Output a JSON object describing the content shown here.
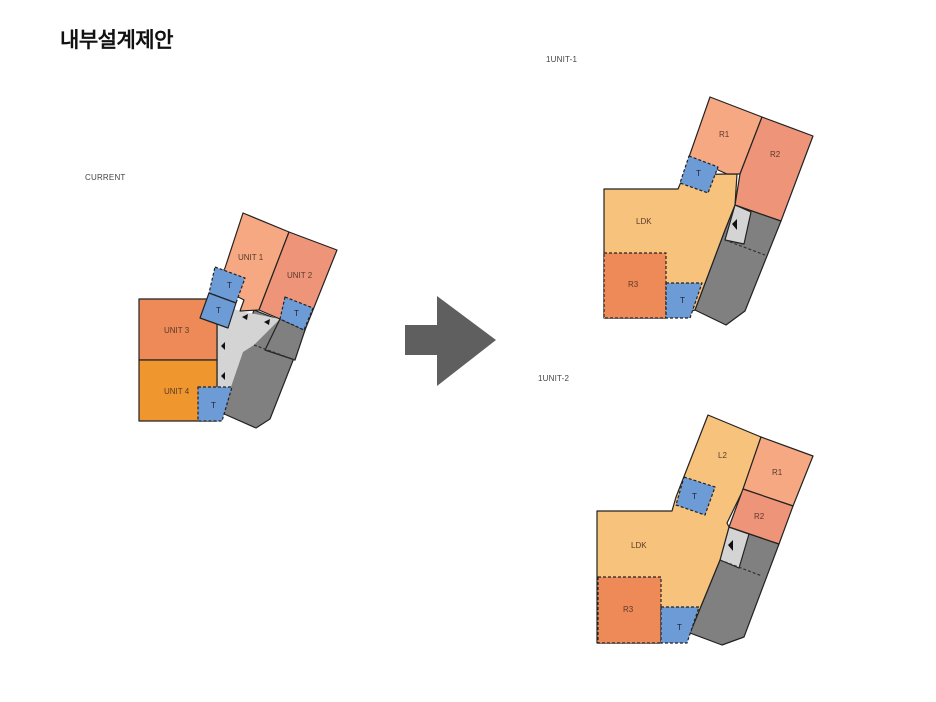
{
  "title": "내부설계제안",
  "labels": {
    "current": "CURRENT",
    "unit1": "1UNIT-1",
    "unit2": "1UNIT-2"
  },
  "colors": {
    "unit1": "#f5a882",
    "unit2": "#ee9479",
    "unit3": "#ee8a57",
    "unit4": "#f0962e",
    "toilet": "#6d9bd6",
    "corridor": "#d4d4d4",
    "stair": "#808080",
    "ldk": "#f7c27c",
    "r3": "#ee8a57",
    "arrow": "#5f5f5f"
  },
  "current_plan": {
    "rooms": [
      "UNIT 1",
      "UNIT 2",
      "UNIT 3",
      "UNIT 4"
    ],
    "toilet": "T"
  },
  "plan_1unit_1": {
    "rooms": [
      "R1",
      "R2",
      "LDK",
      "R3"
    ],
    "toilet": "T"
  },
  "plan_1unit_2": {
    "rooms": [
      "L2",
      "R1",
      "R2",
      "LDK",
      "R3"
    ],
    "toilet": "T"
  },
  "arrow": "right-arrow"
}
